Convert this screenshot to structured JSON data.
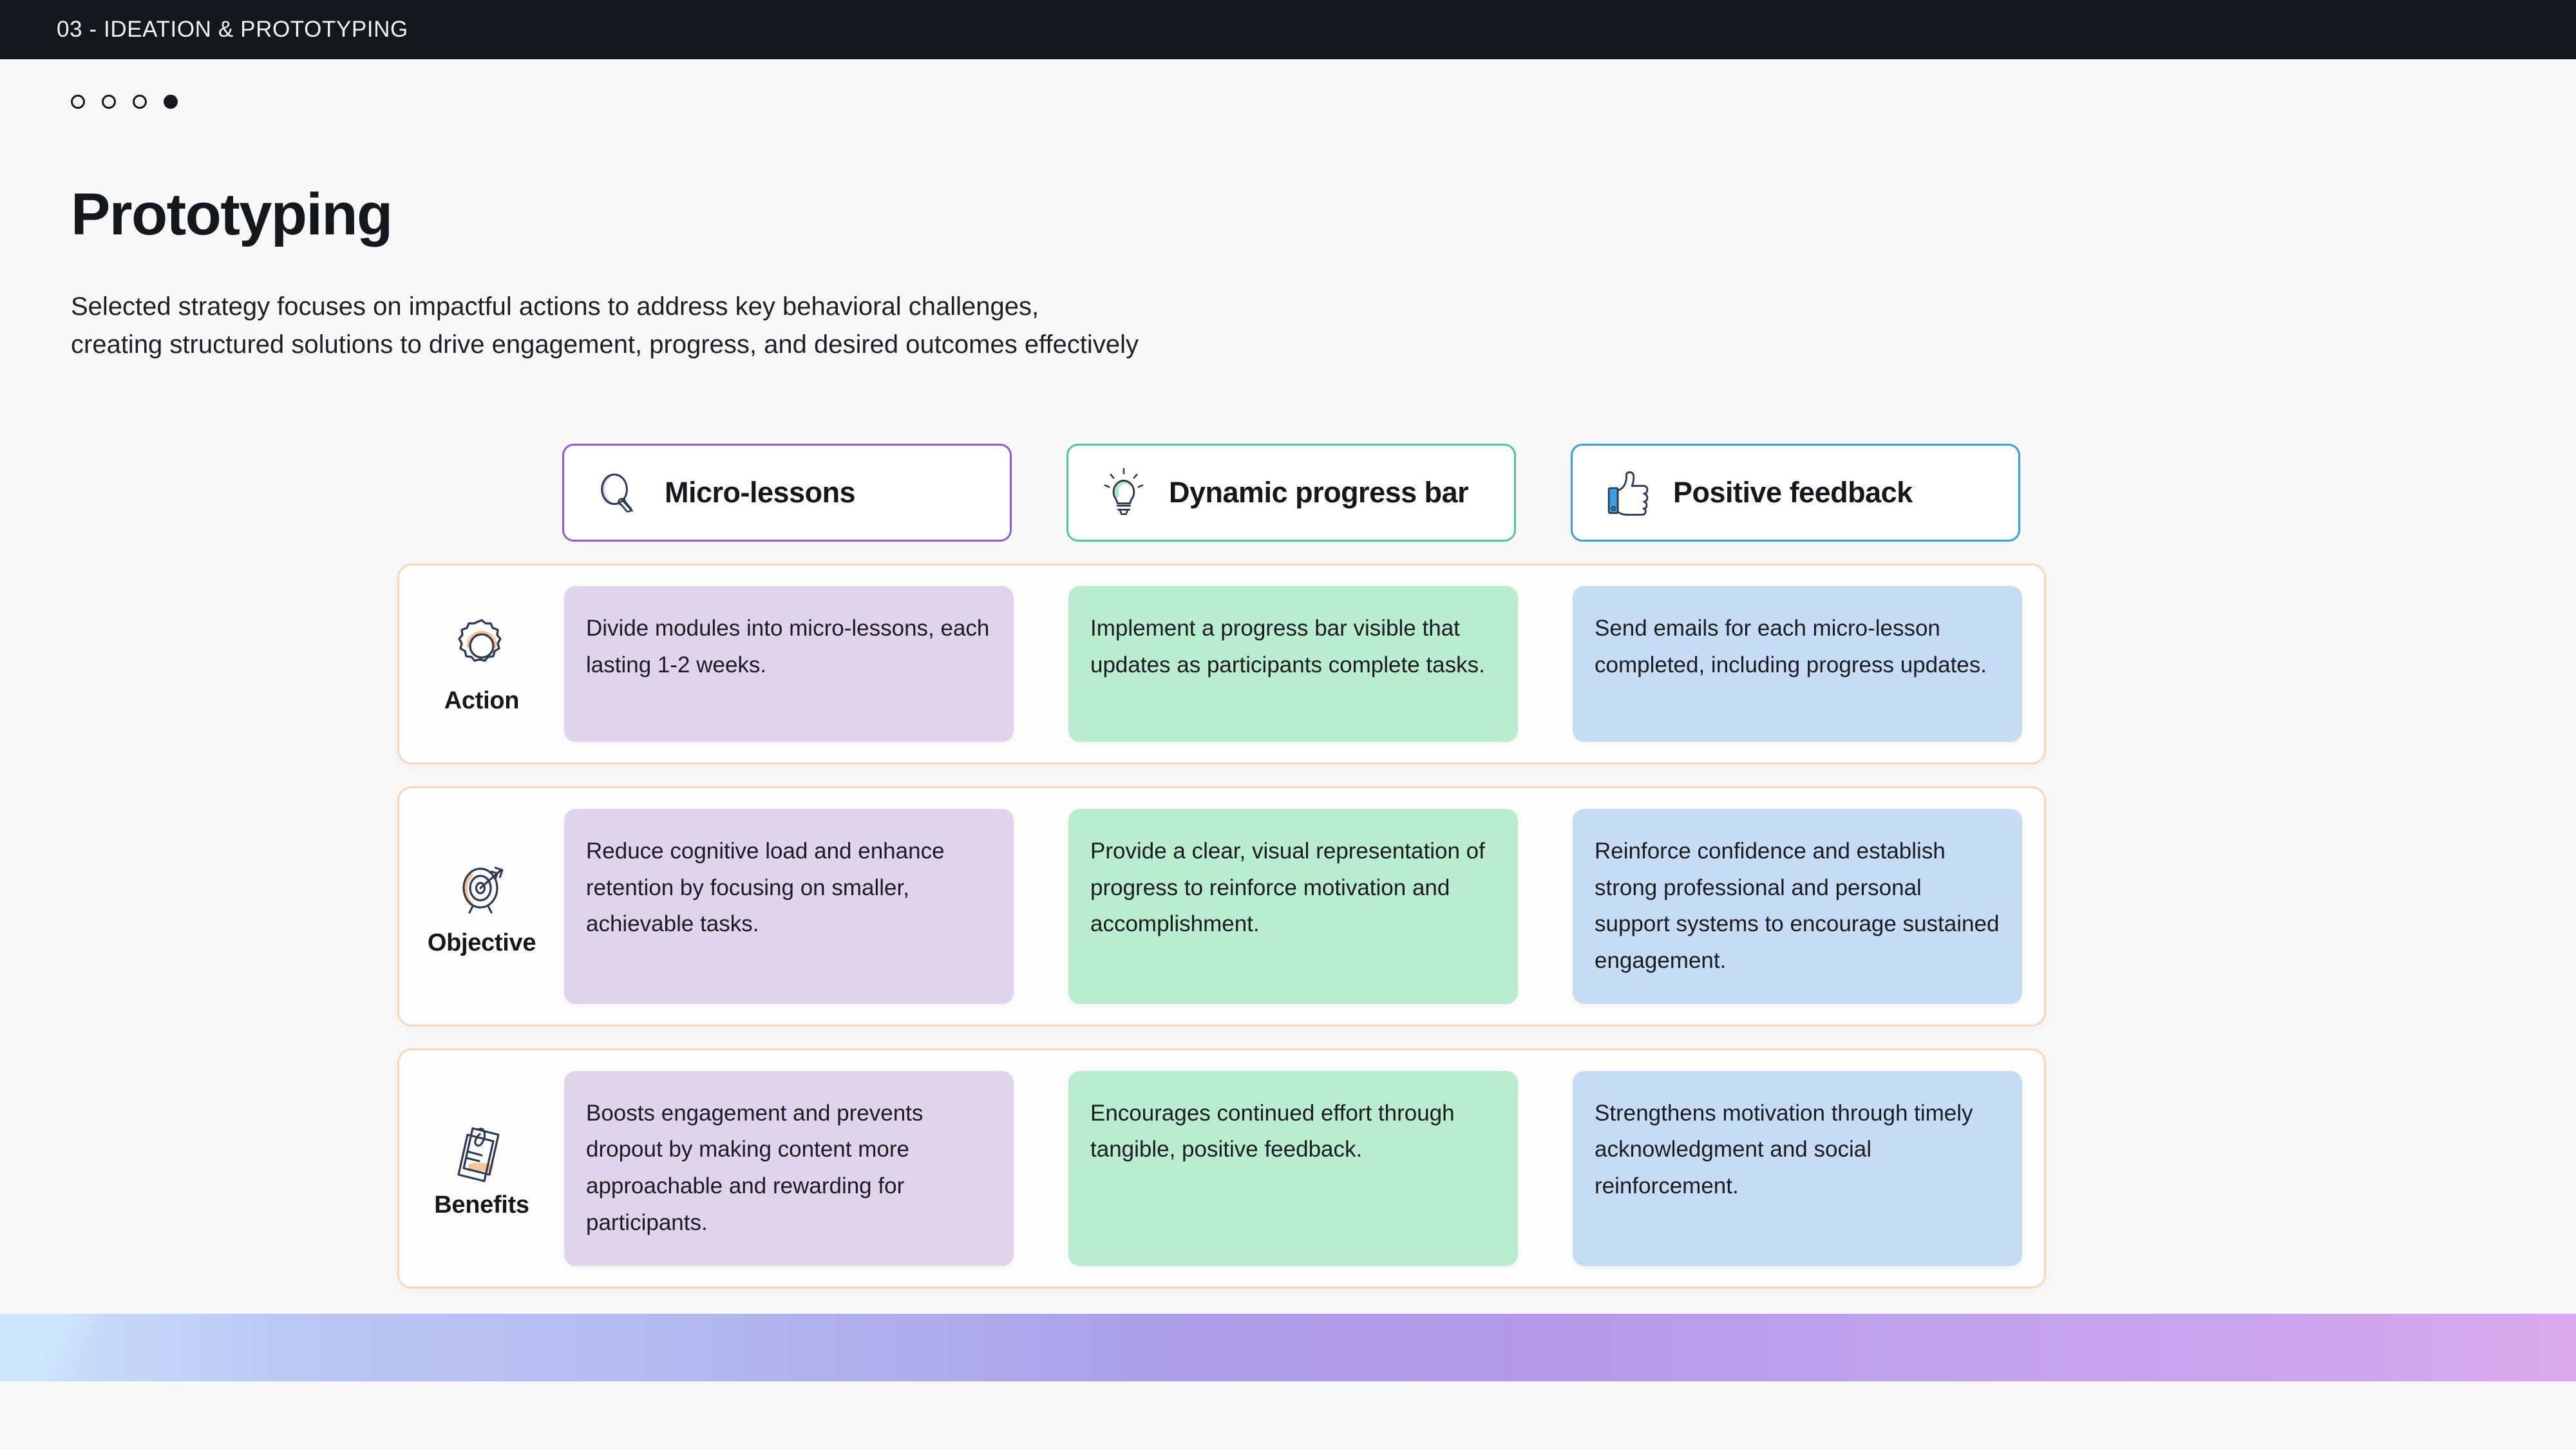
{
  "topbar": {
    "section_label": "03 - IDEATION & PROTOTYPING"
  },
  "pagination": {
    "total": 4,
    "active_index": 3,
    "dots": [
      "dot-1",
      "dot-2",
      "dot-3",
      "dot-4"
    ]
  },
  "header": {
    "title": "Prototyping",
    "subtitle": "Selected strategy focuses on impactful actions to address key behavioral challenges,\ncreating structured solutions to drive engagement, progress, and desired outcomes effectively"
  },
  "colors": {
    "topbar_bg": "#15171c",
    "page_bg": "#f8f8f8",
    "column_purple_border": "#8b5cd6",
    "column_green_border": "#4ec99a",
    "column_blue_border": "#3b9ee0",
    "cell_purple_bg": "#dfd4ec",
    "cell_green_bg": "#baeccf",
    "cell_blue_bg": "#c6dcf4",
    "row_border": "#f6d7b9",
    "icon_stroke": "#2f3a52",
    "icon_accent_orange": "#f5c49a",
    "footer_gradient_start": "#cfe2fb",
    "footer_gradient_end": "#d9a9ec"
  },
  "matrix": {
    "columns": [
      {
        "id": "micro-lessons",
        "label": "Micro-lessons",
        "icon": "magnifier-icon",
        "accent": "purple"
      },
      {
        "id": "dynamic-progress",
        "label": "Dynamic progress bar",
        "icon": "lightbulb-icon",
        "accent": "green"
      },
      {
        "id": "positive-feedback",
        "label": "Positive feedback",
        "icon": "thumbs-up-icon",
        "accent": "blue"
      }
    ],
    "rows": [
      {
        "id": "action",
        "label": "Action",
        "icon": "gear-icon",
        "cells": [
          "Divide modules into micro-lessons, each lasting 1-2 weeks.",
          "Implement a progress bar visible  that updates as participants complete tasks.",
          "Send emails for each micro-lesson completed, including progress updates."
        ]
      },
      {
        "id": "objective",
        "label": "Objective",
        "icon": "target-arrow-icon",
        "cells": [
          "Reduce cognitive load and enhance retention by focusing on smaller, achievable tasks.",
          "Provide a clear, visual representation of progress to reinforce motivation and accomplishment.",
          "Reinforce confidence and establish strong professional and personal support systems to encourage sustained engagement."
        ]
      },
      {
        "id": "benefits",
        "label": "Benefits",
        "icon": "clipboard-note-icon",
        "cells": [
          "Boosts engagement and prevents dropout by making content more approachable and rewarding for participants.",
          "Encourages continued effort through tangible, positive feedback.",
          "Strengthens motivation through timely acknowledgment and social reinforcement."
        ]
      }
    ]
  }
}
